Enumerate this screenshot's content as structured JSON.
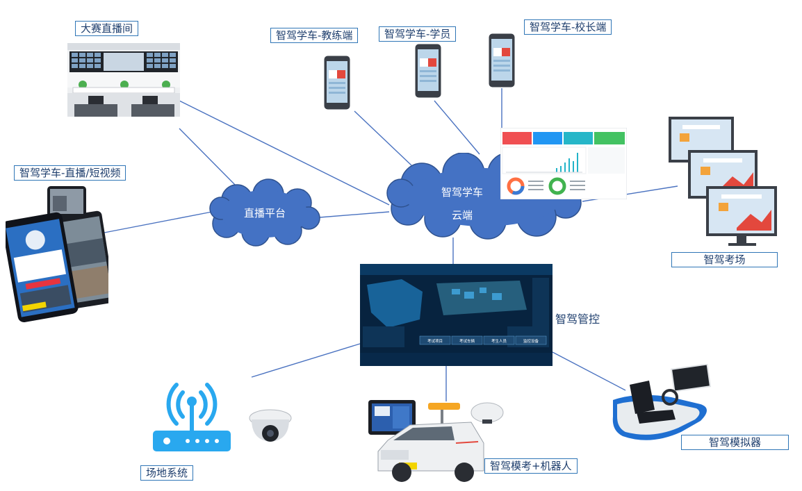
{
  "labels": {
    "competition_room": "大赛直播间",
    "coach_app": "智驾学车-教练端",
    "student_app": "智驾学车-学员",
    "principal_app": "智驾学车-校长端",
    "live_short_video": "智驾学车-直播/短视频",
    "live_platform": "直播平台",
    "cloud_line1": "智驾学车",
    "cloud_line2": "云端",
    "exam_site": "智驾考场",
    "control": "智驾管控",
    "site_system": "场地系统",
    "exam_robot": "智驾模考+机器人",
    "simulator": "智驾模拟器"
  },
  "dashboard": {
    "buttons": [
      "考试项目",
      "考试车辆",
      "考生人员",
      "监控设备"
    ]
  },
  "colors": {
    "cloud": "#4472c4",
    "line": "#4a72c0",
    "label_border": "#2e75b6",
    "label_text": "#1f3f6e",
    "wifi": "#29a8ef"
  },
  "icons": [
    "phone-icon",
    "monitor-icon",
    "wifi-router-icon",
    "camera-icon",
    "tablet-icon",
    "car-icon",
    "simulator-icon",
    "cloud-icon"
  ]
}
